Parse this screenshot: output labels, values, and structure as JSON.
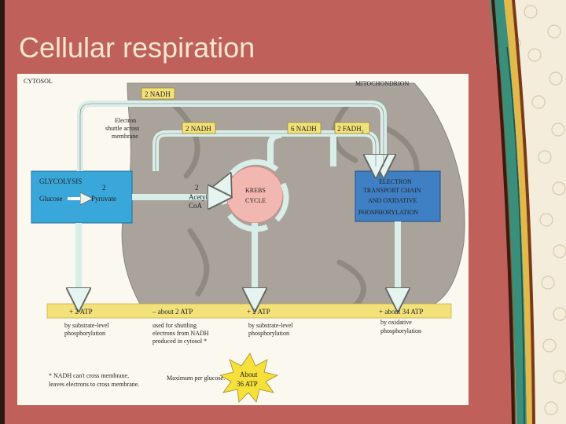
{
  "slide": {
    "title": "Cellular respiration"
  },
  "figure": {
    "cytosol_label": "CYTOSOL",
    "mitochondrion_label": "MITOCHONDRION",
    "nadh_top": "2 NADH",
    "nadh_mid": "2 NADH",
    "nadh_krebs": "6 NADH",
    "fadh2": "2 FADH",
    "fadh2_sub": "2",
    "shuttle_note": [
      "Electron",
      "shuttle across",
      "membrane"
    ],
    "glycolysis_title": "GLYCOLYSIS",
    "glucose": "Glucose",
    "pyruvate_count": "2",
    "pyruvate": "Pyruvate",
    "acetyl_count": "2",
    "acetyl": "Acetyl",
    "coa": "CoA",
    "krebs_title": "KREBS",
    "krebs_cycle": "CYCLE",
    "etc_lines": [
      "ELECTRON",
      "TRANSPORT CHAIN",
      "AND OXIDATIVE",
      "PHOSPHORYLATION"
    ],
    "atp_bar": {
      "glycolysis_atp": "+ 2 ATP",
      "shuttle_atp": "– about 2 ATP",
      "krebs_atp": "+ 2 ATP",
      "etc_atp": "+ about 34 ATP"
    },
    "notes": {
      "glycolysis_note": [
        "by substrate-level",
        "phosphorylation"
      ],
      "shuttle_note": [
        "used for shuttling",
        "electrons from NADH",
        "produced in cytosol *"
      ],
      "krebs_note": [
        "by substrate-level",
        "phosphorylation"
      ],
      "etc_note": [
        "by oxidative",
        "phosphorylation"
      ]
    },
    "footnote": [
      "* NADH can't cross membrane,",
      "leaves electrons to cross membrane."
    ],
    "maximum_label": "Maximum per glucose:",
    "total_line1": "About",
    "total_line2": "36 ATP"
  },
  "colors": {
    "slide_bg": "#c0605a",
    "mitochondrion": "#a9a39c",
    "atp_bar": "#f3e27a",
    "glycolysis_box": "#3aa7db",
    "etc_box": "#3f7fc4",
    "krebs": "#f2b7b0",
    "arrow": "#d9eee8",
    "starburst": "#f6e03a"
  }
}
